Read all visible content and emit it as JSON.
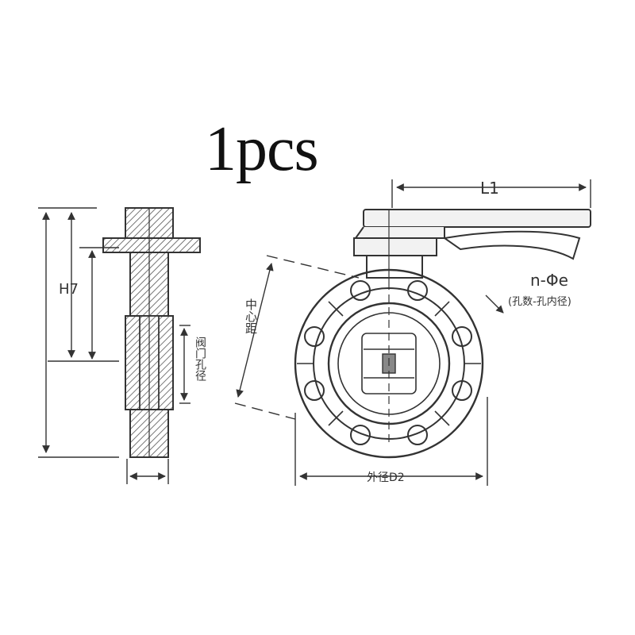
{
  "title": "1pcs",
  "labels": {
    "h7": "H7",
    "l1": "L1",
    "n_phi_e": "n-Φe",
    "hole_note": "(孔数-孔内径)",
    "center_distance": "中心距",
    "valve_bore": "阀门孔径",
    "outer_diameter": "外径D2"
  },
  "colors": {
    "line": "#333333",
    "hatch": "#555555",
    "fill": "#f2f2f2"
  }
}
